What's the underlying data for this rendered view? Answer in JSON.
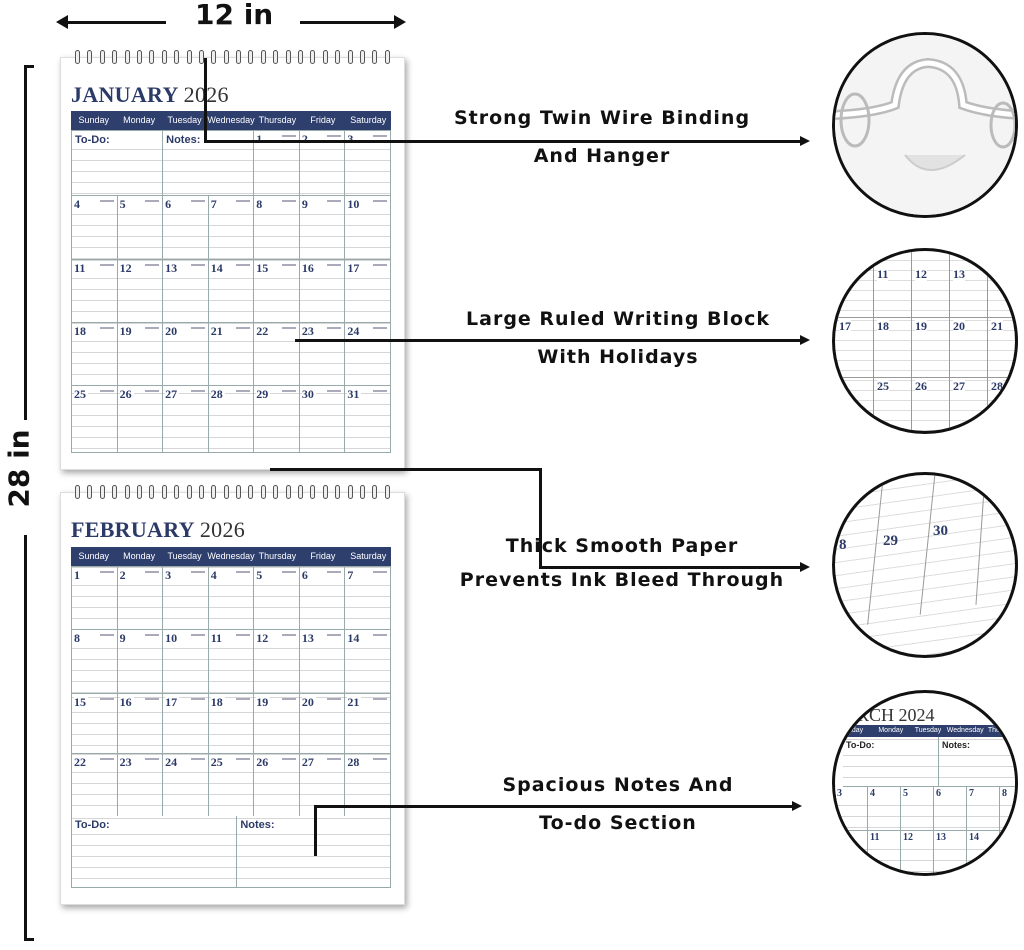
{
  "dimensions": {
    "width_label": "12 in",
    "height_label": "28 in"
  },
  "weekdays": [
    "Sunday",
    "Monday",
    "Tuesday",
    "Wednesday",
    "Thursday",
    "Friday",
    "Saturday"
  ],
  "january": {
    "month": "JANUARY",
    "year": "2026",
    "todo": "To-Do:",
    "notes": "Notes:",
    "weeks": [
      [
        "",
        "",
        "",
        "",
        1,
        2,
        3
      ],
      [
        4,
        5,
        6,
        7,
        8,
        9,
        10
      ],
      [
        11,
        12,
        13,
        14,
        15,
        16,
        17
      ],
      [
        18,
        19,
        20,
        21,
        22,
        23,
        24
      ],
      [
        25,
        26,
        27,
        28,
        29,
        30,
        31
      ]
    ]
  },
  "february": {
    "month": "FEBRUARY",
    "year": "2026",
    "todo": "To-Do:",
    "notes": "Notes:",
    "weeks": [
      [
        1,
        2,
        3,
        4,
        5,
        6,
        7
      ],
      [
        8,
        9,
        10,
        11,
        12,
        13,
        14
      ],
      [
        15,
        16,
        17,
        18,
        19,
        20,
        21
      ],
      [
        22,
        23,
        24,
        25,
        26,
        27,
        28
      ]
    ]
  },
  "features": [
    {
      "line1": "Strong Twin Wire Binding",
      "line2": "And Hanger"
    },
    {
      "line1": "Large Ruled Writing Block",
      "line2": "With Holidays"
    },
    {
      "line1": "Thick Smooth Paper",
      "line2": "Prevents Ink Bleed Through"
    },
    {
      "line1": "Spacious Notes And",
      "line2": "To-do Section"
    }
  ],
  "zoom_ruled": {
    "rows": [
      [
        "11",
        "12",
        "13"
      ],
      [
        "17",
        "18",
        "19",
        "20",
        "21"
      ],
      [
        "25",
        "26",
        "27",
        "28"
      ]
    ]
  },
  "zoom_paper": {
    "days": [
      "8",
      "29",
      "30"
    ]
  },
  "zoom_notes": {
    "title": "RCH 2024",
    "weekdays": [
      "unday",
      "Monday",
      "Tuesday",
      "Wednesday",
      "Thursday"
    ],
    "todo": "To-Do:",
    "notes": "Notes:",
    "row1": [
      "3",
      "4",
      "5",
      "6",
      "7",
      "8"
    ],
    "row2": [
      "11",
      "12",
      "13",
      "14"
    ]
  },
  "colors": {
    "navy": "#2e3f6e"
  }
}
